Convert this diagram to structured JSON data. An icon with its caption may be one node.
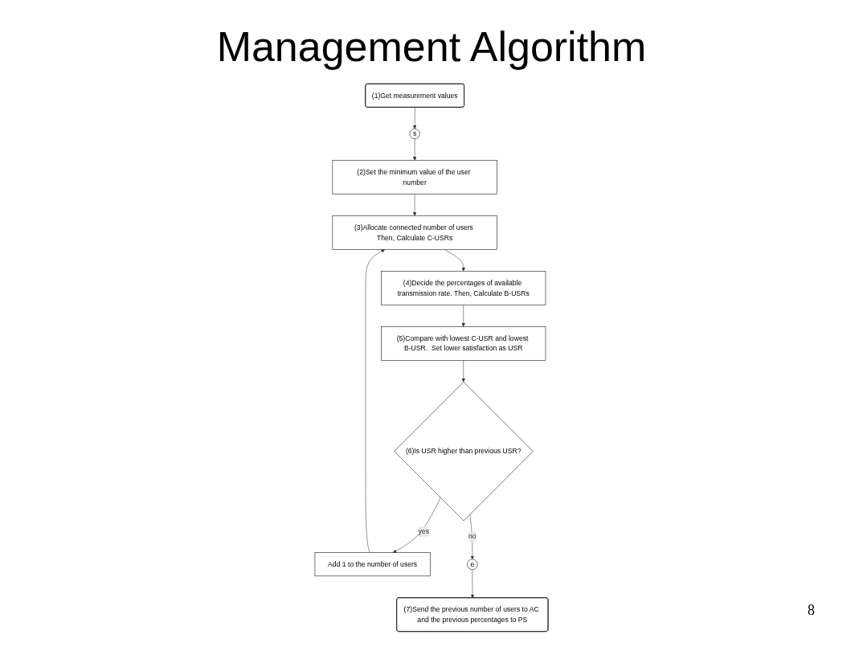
{
  "diagram": {
    "title": "Management Algorithm",
    "nodes": [
      {
        "text": [
          "(1)Get measurement values"
        ]
      },
      {
        "text": [
          "s"
        ]
      },
      {
        "text": [
          "(2)Set the minimum value of the user number"
        ]
      },
      {
        "text": [
          "(3)Allocate connected number of users Then, Calculate C-USRs"
        ]
      },
      {
        "text": [
          "(4)Decide the percentages of available transmission rate. Then, Calculate B-USRs"
        ]
      },
      {
        "text": [
          "Add 1 to the number of users"
        ]
      },
      {
        "text": [
          "(5)Compare with lowest C-USR and lowest B-USR.  Set lower satisfaction as USR"
        ]
      },
      {
        "text": [
          "(6)Is USR higher than previous USR?"
        ]
      },
      {
        "text": [
          "e"
        ]
      },
      {
        "text": [
          "(7)Send the previous number of users to AC and the previous percentages to PS"
        ]
      }
    ],
    "edges": [
      {
        "from": 0,
        "to": 1,
        "arrow": "to"
      },
      {
        "from": 1,
        "to": 2,
        "arrow": "to"
      },
      {
        "from": 2,
        "to": 3,
        "arrow": "to"
      },
      {
        "from": 3,
        "to": 4,
        "arrow": "to"
      },
      {
        "from": 4,
        "to": 6,
        "arrow": "to"
      },
      {
        "from": 6,
        "to": 7,
        "arrow": "to"
      },
      {
        "from": 7,
        "to": 5,
        "arrow": "to",
        "label": "yes"
      },
      {
        "from": 5,
        "to": 3,
        "arrow": "to"
      },
      {
        "from": 7,
        "to": 8,
        "arrow": "to",
        "label": "no"
      },
      {
        "from": 8,
        "to": 9,
        "arrow": "to"
      }
    ],
    "labels": [
      "8"
    ]
  }
}
